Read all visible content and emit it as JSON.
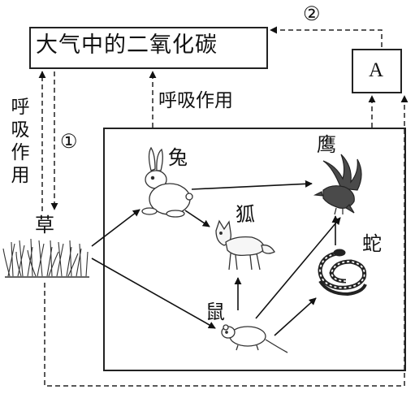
{
  "labels": {
    "co2": "大气中的二氧化碳",
    "respiration_left": "呼吸作用",
    "respiration_right": "呼吸作用",
    "circle_1": "①",
    "circle_2": "②",
    "box_a": "A"
  },
  "organisms": {
    "grass": "草",
    "rabbit": "兔",
    "fox": "狐",
    "hawk": "鹰",
    "snake": "蛇",
    "rat": "鼠"
  },
  "food_web": [
    [
      "grass",
      "rabbit"
    ],
    [
      "grass",
      "rat"
    ],
    [
      "rabbit",
      "fox"
    ],
    [
      "rabbit",
      "hawk"
    ],
    [
      "rat",
      "fox"
    ],
    [
      "rat",
      "hawk"
    ],
    [
      "rat",
      "snake"
    ],
    [
      "snake",
      "hawk"
    ]
  ]
}
